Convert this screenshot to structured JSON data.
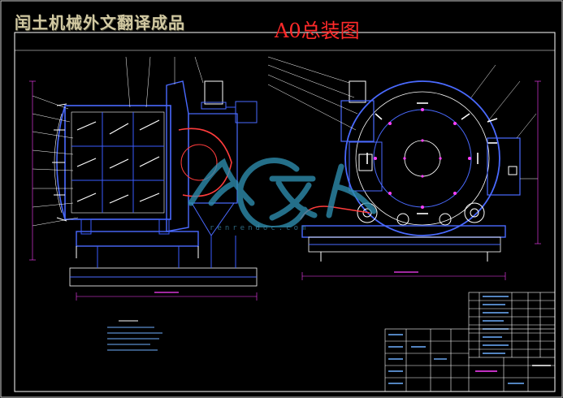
{
  "header": {
    "watermark_title": "闰土机械外文翻译成品",
    "drawing_title": "A0总装图"
  },
  "watermark": {
    "url": "renrendoc.com"
  },
  "colors": {
    "background": "#000000",
    "frame": "#ffffff",
    "primary_lines": "#3a5cff",
    "accent_lines": "#ff3c3c",
    "dimension_lines": "#ff40ff",
    "watermark_title": "#d2c9a2",
    "drawing_title": "#ff2a2a",
    "watermark_logo": "#2f8fb0"
  }
}
